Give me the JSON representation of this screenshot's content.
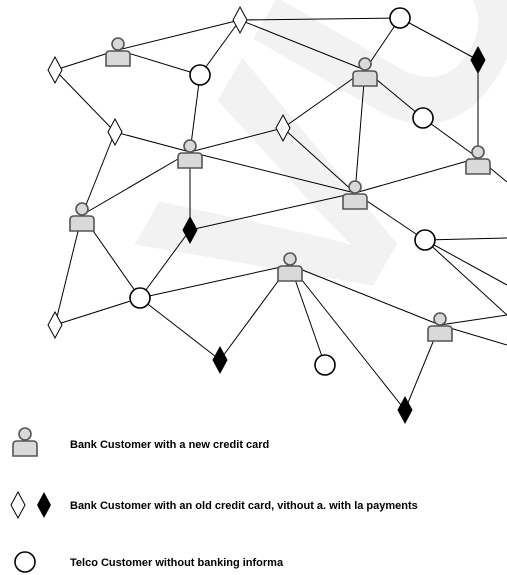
{
  "legend": {
    "bank_new_card": "Bank Customer with a new credit card",
    "bank_old_card": "Bank Customer with an old credit card, vithout a. with la payments",
    "telco": "Telco Customer without banking informa"
  },
  "watermark": "VUSO",
  "colors": {
    "person_fill": "#d9d9d9",
    "person_stroke": "#555555",
    "edge": "#000000",
    "watermark": "#f2f2f2"
  },
  "node_types": [
    "person",
    "diamond-open",
    "diamond-filled",
    "circle"
  ]
}
